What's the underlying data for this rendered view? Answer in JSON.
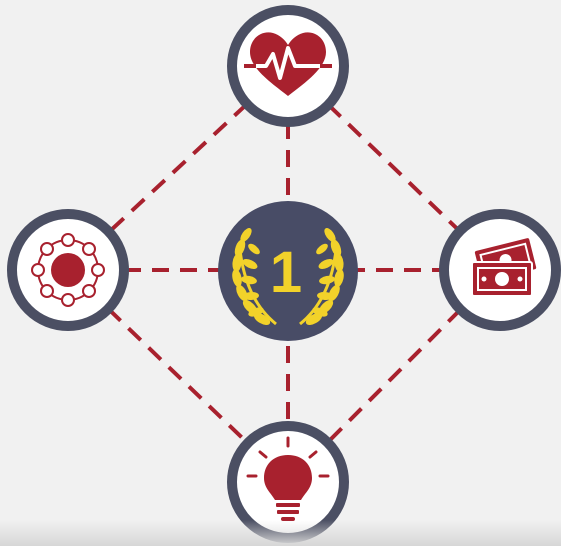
{
  "diagram": {
    "center_badge": {
      "number": "1",
      "icon": "laurel-wreath-icon"
    },
    "nodes": [
      {
        "id": "top",
        "icon": "heart-pulse-icon"
      },
      {
        "id": "left",
        "icon": "network-circle-icon"
      },
      {
        "id": "right",
        "icon": "money-bills-icon"
      },
      {
        "id": "bottom",
        "icon": "lightbulb-icon"
      }
    ],
    "colors": {
      "background": "#f1f1f1",
      "ring": "#4b4f63",
      "accent_red": "#a8212e",
      "center_fill": "#484c66",
      "gold": "#f2d22a",
      "white": "#ffffff"
    }
  }
}
